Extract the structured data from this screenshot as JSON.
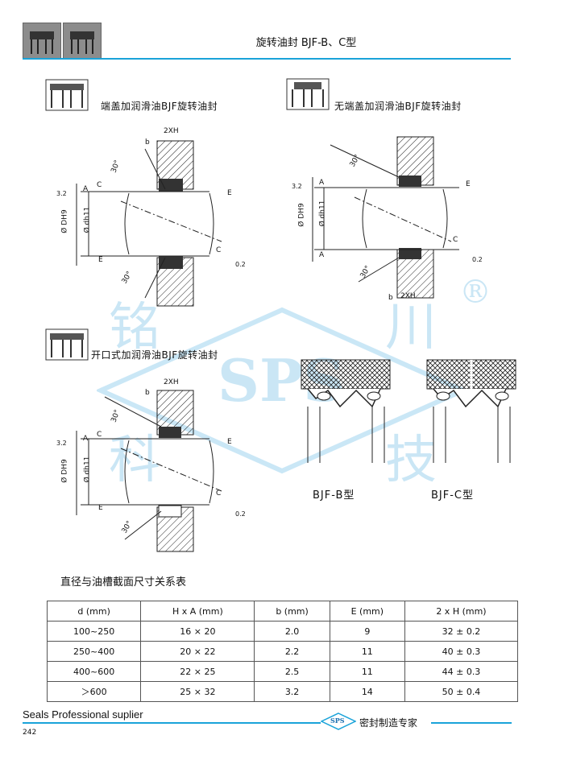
{
  "header": {
    "title": "旋转油封 BJF-B、C型"
  },
  "sections": {
    "end_cover": "端盖加润滑油BJF旋转油封",
    "no_end_cover": "无端盖加润滑油BJF旋转油封",
    "open_type": "开口式加润滑油BJF旋转油封"
  },
  "drawing_labels": {
    "twoxh": "2XH",
    "b": "b",
    "c": "C",
    "a": "A",
    "e": "E",
    "angle": "30°",
    "dh9": "Ø DH9",
    "dh11": "Ø dh11",
    "rough_32": "3.2",
    "rough_02": "0.2"
  },
  "types": {
    "b": "BJF-B型",
    "c": "BJF-C型"
  },
  "watermark": {
    "c1": "铭",
    "c2": "川",
    "c3": "科",
    "c4": "技",
    "brand": "SPS",
    "reg": "®"
  },
  "table": {
    "title": "直径与油槽截面尺寸关系表",
    "headers": [
      "d (mm)",
      "H x A (mm)",
      "b (mm)",
      "E (mm)",
      "2 x H (mm)"
    ],
    "rows": [
      [
        "100~250",
        "16 × 20",
        "2.0",
        "9",
        "32 ± 0.2"
      ],
      [
        "250~400",
        "20 × 22",
        "2.2",
        "11",
        "40 ± 0.3"
      ],
      [
        "400~600",
        "22 × 25",
        "2.5",
        "11",
        "44 ± 0.3"
      ],
      [
        "＞600",
        "25 × 32",
        "3.2",
        "14",
        "50 ± 0.4"
      ]
    ]
  },
  "footer": {
    "supplier": "Seals Professional suplier",
    "page": "242",
    "badge": "SPS",
    "brand": "密封制造专家"
  }
}
